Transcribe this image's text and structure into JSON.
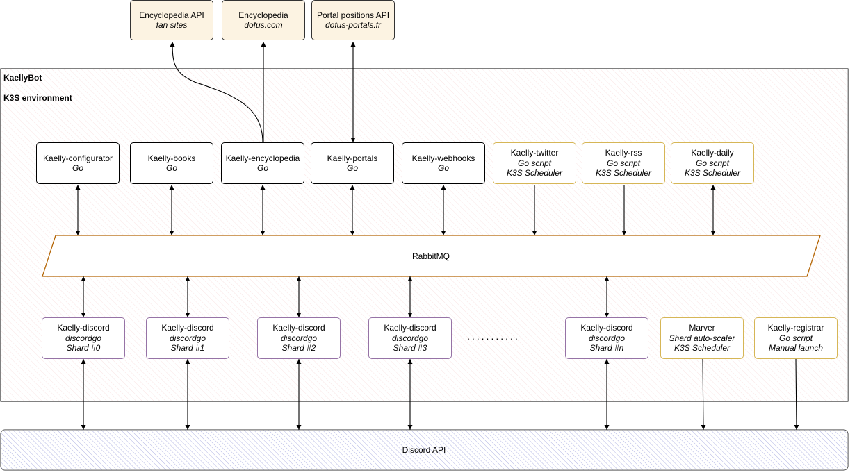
{
  "environment": {
    "title": "KaellyBot",
    "subtitle": "K3S environment"
  },
  "external_apis": [
    {
      "title": "Encyclopedia API",
      "sub": "fan sites"
    },
    {
      "title": "Encyclopedia",
      "sub": "dofus.com"
    },
    {
      "title": "Portal positions API",
      "sub": "dofus-portals.fr"
    }
  ],
  "services": [
    {
      "title": "Kaelly-configurator",
      "lines": [
        "Go"
      ]
    },
    {
      "title": "Kaelly-books",
      "lines": [
        "Go"
      ]
    },
    {
      "title": "Kaelly-encyclopedia",
      "lines": [
        "Go"
      ]
    },
    {
      "title": "Kaelly-portals",
      "lines": [
        "Go"
      ]
    },
    {
      "title": "Kaelly-webhooks",
      "lines": [
        "Go"
      ]
    },
    {
      "title": "Kaelly-twitter",
      "lines": [
        "Go script",
        "K3S Scheduler"
      ]
    },
    {
      "title": "Kaelly-rss",
      "lines": [
        "Go script",
        "K3S Scheduler"
      ]
    },
    {
      "title": "Kaelly-daily",
      "lines": [
        "Go script",
        "K3S Scheduler"
      ]
    }
  ],
  "bus": {
    "label": "RabbitMQ"
  },
  "shards": [
    {
      "title": "Kaelly-discord",
      "lines": [
        "discordgo",
        "Shard #0"
      ]
    },
    {
      "title": "Kaelly-discord",
      "lines": [
        "discordgo",
        "Shard #1"
      ]
    },
    {
      "title": "Kaelly-discord",
      "lines": [
        "discordgo",
        "Shard #2"
      ]
    },
    {
      "title": "Kaelly-discord",
      "lines": [
        "discordgo",
        "Shard #3"
      ]
    },
    {
      "title": "Kaelly-discord",
      "lines": [
        "discordgo",
        "Shard #n"
      ]
    }
  ],
  "ellipsis": "...........",
  "tools": [
    {
      "title": "Marver",
      "lines": [
        "Shard auto-scaler",
        "K3S Scheduler"
      ]
    },
    {
      "title": "Kaelly-registrar",
      "lines": [
        "Go script",
        "Manual launch"
      ]
    }
  ],
  "discord": {
    "label": "Discord API"
  },
  "colors": {
    "external_fill": "#fcf3e2",
    "scheduled_border": "#d6b656",
    "shard_border": "#9673a6",
    "bus_border": "#b46504",
    "env_hatch": "#f2c4c4",
    "discord_hatch": "#8a8fd6"
  }
}
